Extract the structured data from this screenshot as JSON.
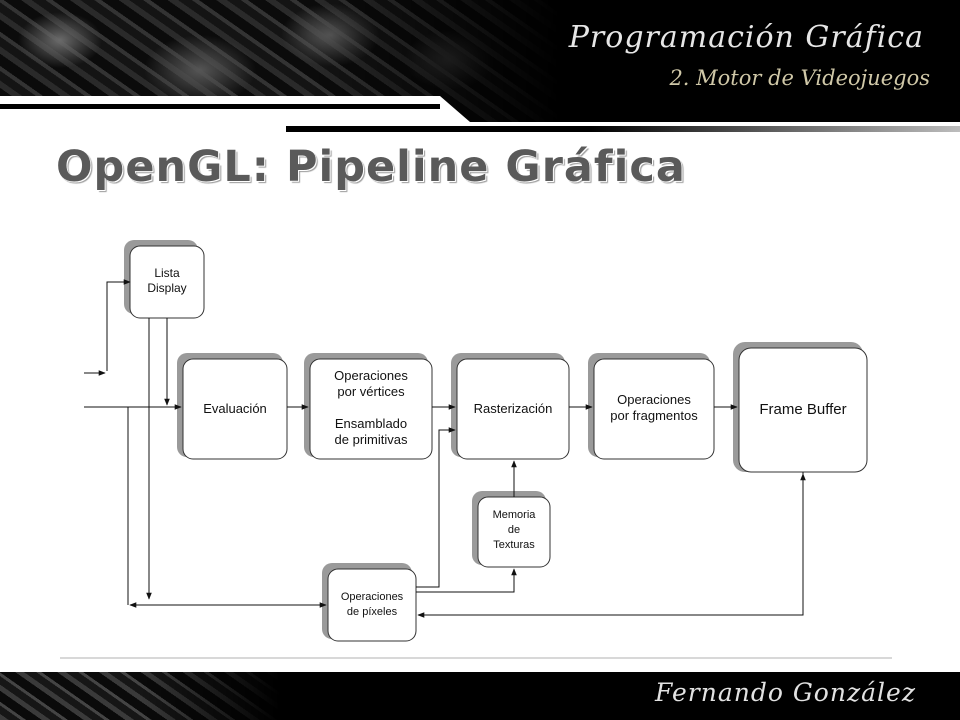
{
  "header": {
    "course_title": "Programación Gráfica",
    "section": "2. Motor de Videojuegos"
  },
  "slide": {
    "title": "OpenGL: Pipeline Gráfica"
  },
  "diagram": {
    "nodes": {
      "lista_display": [
        "Lista",
        "Display"
      ],
      "evaluacion": [
        "Evaluación"
      ],
      "op_vertices": [
        "Operaciones",
        "por vértices"
      ],
      "ensamblado": [
        "Ensamblado",
        "de primitivas"
      ],
      "rasterizacion": [
        "Rasterización"
      ],
      "op_fragmentos": [
        "Operaciones",
        "por fragmentos"
      ],
      "frame_buffer": [
        "Frame Buffer"
      ],
      "memoria_texturas": [
        "Memoria",
        "de",
        "Texturas"
      ],
      "op_pixeles": [
        "Operaciones",
        "de píxeles"
      ]
    }
  },
  "footer": {
    "author": "Fernando González"
  }
}
